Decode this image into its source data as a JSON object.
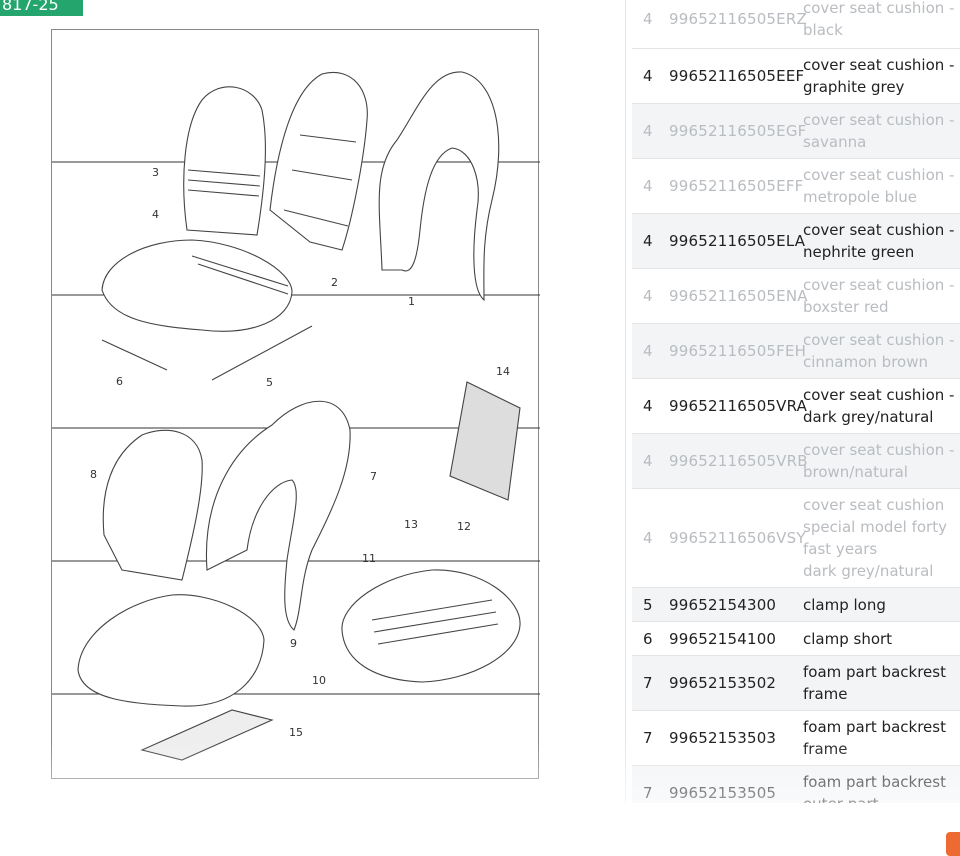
{
  "badge": {
    "text": "817-25"
  },
  "diagram": {
    "callouts": [
      "1",
      "2",
      "3",
      "4",
      "5",
      "6",
      "7",
      "8",
      "9",
      "10",
      "11",
      "12",
      "13",
      "14",
      "15"
    ]
  },
  "parts": [
    {
      "qty": "4",
      "part": "99652116505ERZ",
      "desc": "cover seat cushion -\nblack",
      "dim": true,
      "shade": false
    },
    {
      "qty": "4",
      "part": "99652116505EEF",
      "desc": "cover seat cushion -\ngraphite grey",
      "dim": false,
      "shade": false
    },
    {
      "qty": "4",
      "part": "99652116505EGF",
      "desc": "cover seat cushion -\nsavanna",
      "dim": true,
      "shade": true
    },
    {
      "qty": "4",
      "part": "99652116505EFF",
      "desc": "cover seat cushion -\nmetropole blue",
      "dim": true,
      "shade": false
    },
    {
      "qty": "4",
      "part": "99652116505ELA",
      "desc": "cover seat cushion -\nnephrite green",
      "dim": false,
      "shade": true
    },
    {
      "qty": "4",
      "part": "99652116505ENA",
      "desc": "cover seat cushion -\nboxster red",
      "dim": true,
      "shade": false
    },
    {
      "qty": "4",
      "part": "99652116505FEH",
      "desc": "cover seat cushion -\ncinnamon brown",
      "dim": true,
      "shade": true
    },
    {
      "qty": "4",
      "part": "99652116505VRA",
      "desc": "cover seat cushion -\ndark grey/natural",
      "dim": false,
      "shade": false
    },
    {
      "qty": "4",
      "part": "99652116505VRB",
      "desc": "cover seat cushion -\nbrown/natural",
      "dim": true,
      "shade": true
    },
    {
      "qty": "4",
      "part": "99652116506VSY",
      "desc": "cover seat cushion\nspecial model forty\nfast years\ndark grey/natural",
      "dim": true,
      "shade": false
    },
    {
      "qty": "5",
      "part": "99652154300",
      "desc": "clamp long",
      "dim": false,
      "shade": true
    },
    {
      "qty": "6",
      "part": "99652154100",
      "desc": "clamp short",
      "dim": false,
      "shade": false
    },
    {
      "qty": "7",
      "part": "99652153502",
      "desc": "foam part backrest\nframe",
      "dim": false,
      "shade": true
    },
    {
      "qty": "7",
      "part": "99652153503",
      "desc": "foam part backrest\nframe",
      "dim": false,
      "shade": false
    },
    {
      "qty": "7",
      "part": "99652153505",
      "desc": "foam part backrest\nouter part",
      "dim": false,
      "shade": true
    }
  ],
  "colors": {
    "badge": "#24a56d",
    "accent_button": "#ee6a33",
    "row_shade": "#f2f4f6",
    "dim_text": "#b9bcc0"
  }
}
